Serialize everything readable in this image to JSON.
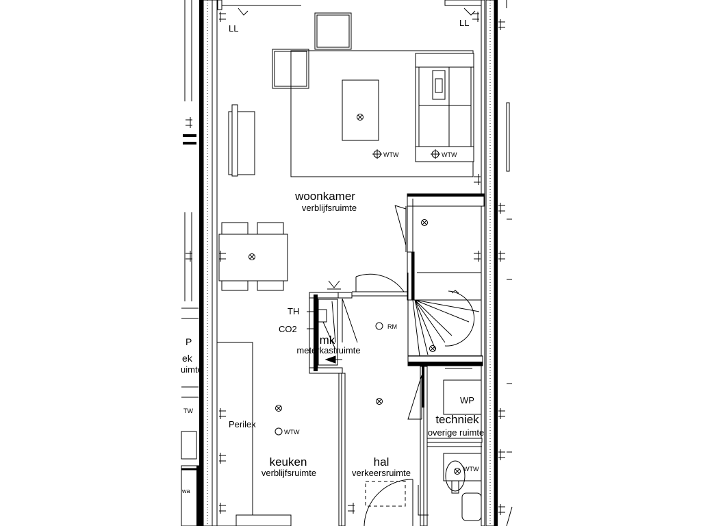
{
  "rooms": {
    "woonkamer": {
      "name": "woonkamer",
      "sub": "verblijfsruimte"
    },
    "meterkast": {
      "name": "mk",
      "sub": "meterkastruimte"
    },
    "keuken": {
      "name": "keuken",
      "sub": "verblijfsruimte"
    },
    "hal": {
      "name": "hal",
      "sub": "verkeersruimte"
    },
    "techniek": {
      "name": "techniek",
      "sub": "overige ruimte"
    }
  },
  "fixtures": {
    "ll": "LL",
    "wtw": "WTW",
    "th": "TH",
    "co2": "CO2",
    "rm": "RM",
    "wp": "WP",
    "perilex": "Perilex"
  },
  "left_edge": {
    "p": "P",
    "ek": "ek",
    "uimte": "uimte",
    "tw": "TW",
    "wa": "wa"
  },
  "colors": {
    "line": "#000000",
    "background": "#ffffff"
  }
}
